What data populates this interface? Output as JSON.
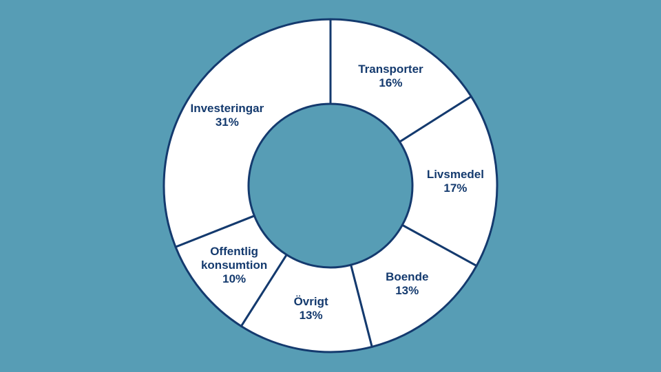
{
  "colors": {
    "background": "#579db5",
    "slice_fill": "#ffffff",
    "stroke": "#143a6e",
    "label_text": "#143a6e"
  },
  "chart_data": {
    "type": "pie",
    "variant": "donut",
    "direction": "clockwise",
    "start_angle_deg": 0,
    "hole_ratio": 0.49,
    "legend": "none",
    "total": 100,
    "segments": [
      {
        "id": "transporter",
        "label": "Transporter",
        "value": 16,
        "display": "Transporter\n16%"
      },
      {
        "id": "livsmedel",
        "label": "Livsmedel",
        "value": 17,
        "display": "Livsmedel\n17%"
      },
      {
        "id": "boende",
        "label": "Boende",
        "value": 13,
        "display": "Boende\n13%"
      },
      {
        "id": "ovrigt",
        "label": "Övrigt",
        "value": 13,
        "display": "Övrigt\n13%"
      },
      {
        "id": "offentlig-konsumtion",
        "label": "Offentlig konsumtion",
        "value": 10,
        "display": "Offentlig\nkonsumtion\n10%"
      },
      {
        "id": "investeringar",
        "label": "Investeringar",
        "value": 31,
        "display": "Investeringar\n31%"
      }
    ]
  }
}
